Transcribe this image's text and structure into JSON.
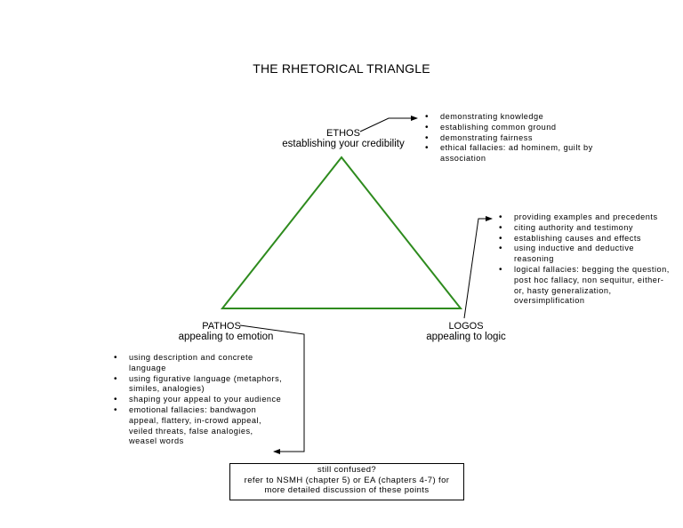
{
  "title": "THE RHETORICAL TRIANGLE",
  "colors": {
    "triangle": "#2e8b1e",
    "text": "#000000"
  },
  "ethos": {
    "name": "ETHOS",
    "subtitle": "establishing your credibility",
    "points": [
      "demonstrating knowledge",
      "establishing common ground",
      "demonstrating fairness",
      "ethical fallacies: ad hominem, guilt by association"
    ]
  },
  "logos": {
    "name": "LOGOS",
    "subtitle": "appealing to logic",
    "points": [
      "providing examples and precedents",
      "citing authority and testimony",
      "establishing causes and effects",
      "using inductive and deductive reasoning",
      "logical fallacies: begging the question, post hoc fallacy, non sequitur, either-or, hasty generalization, oversimplification"
    ]
  },
  "pathos": {
    "name": "PATHOS",
    "subtitle": "appealing to emotion",
    "points": [
      "using description and concrete language",
      "using figurative language (metaphors, similes, analogies)",
      "shaping your appeal to your audience",
      "emotional fallacies: bandwagon appeal, flattery, in-crowd appeal, veiled threats, false analogies, weasel words"
    ]
  },
  "note": {
    "line1": "still confused?",
    "line2": "refer to NSMH (chapter 5) or EA (chapters 4-7) for",
    "line3": "more detailed discussion of these points"
  }
}
